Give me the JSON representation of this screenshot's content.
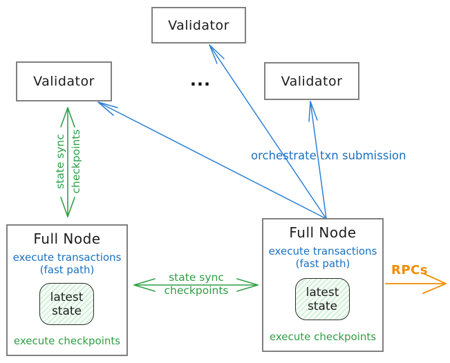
{
  "validators": {
    "top": "Validator",
    "left": "Validator",
    "right": "Validator",
    "ellipsis": "..."
  },
  "full_node_left": {
    "title": "Full Node",
    "blue_text": "execute transactions\n(fast path)",
    "state_label": "latest\nstate",
    "green_text": "execute checkpoints"
  },
  "full_node_right": {
    "title": "Full Node",
    "blue_text": "execute transactions\n(fast path)",
    "state_label": "latest\nstate",
    "green_text": "execute checkpoints"
  },
  "edge_labels": {
    "left_vertical": "state sync\ncheckpoints",
    "center_horizontal": "state sync\ncheckpoints",
    "orchestrate": "orchestrate txn submission",
    "rpcs": "RPCs"
  },
  "colors": {
    "green": "#2f9e44",
    "blue_line": "#2b7fd4",
    "blue_text": "#1971c2",
    "orange": "#f08c00",
    "box_border": "#7f7f7f",
    "ink": "#1c1c1c",
    "state_fill": "#f5fcf6",
    "state_hatch": "#cdeed2"
  }
}
